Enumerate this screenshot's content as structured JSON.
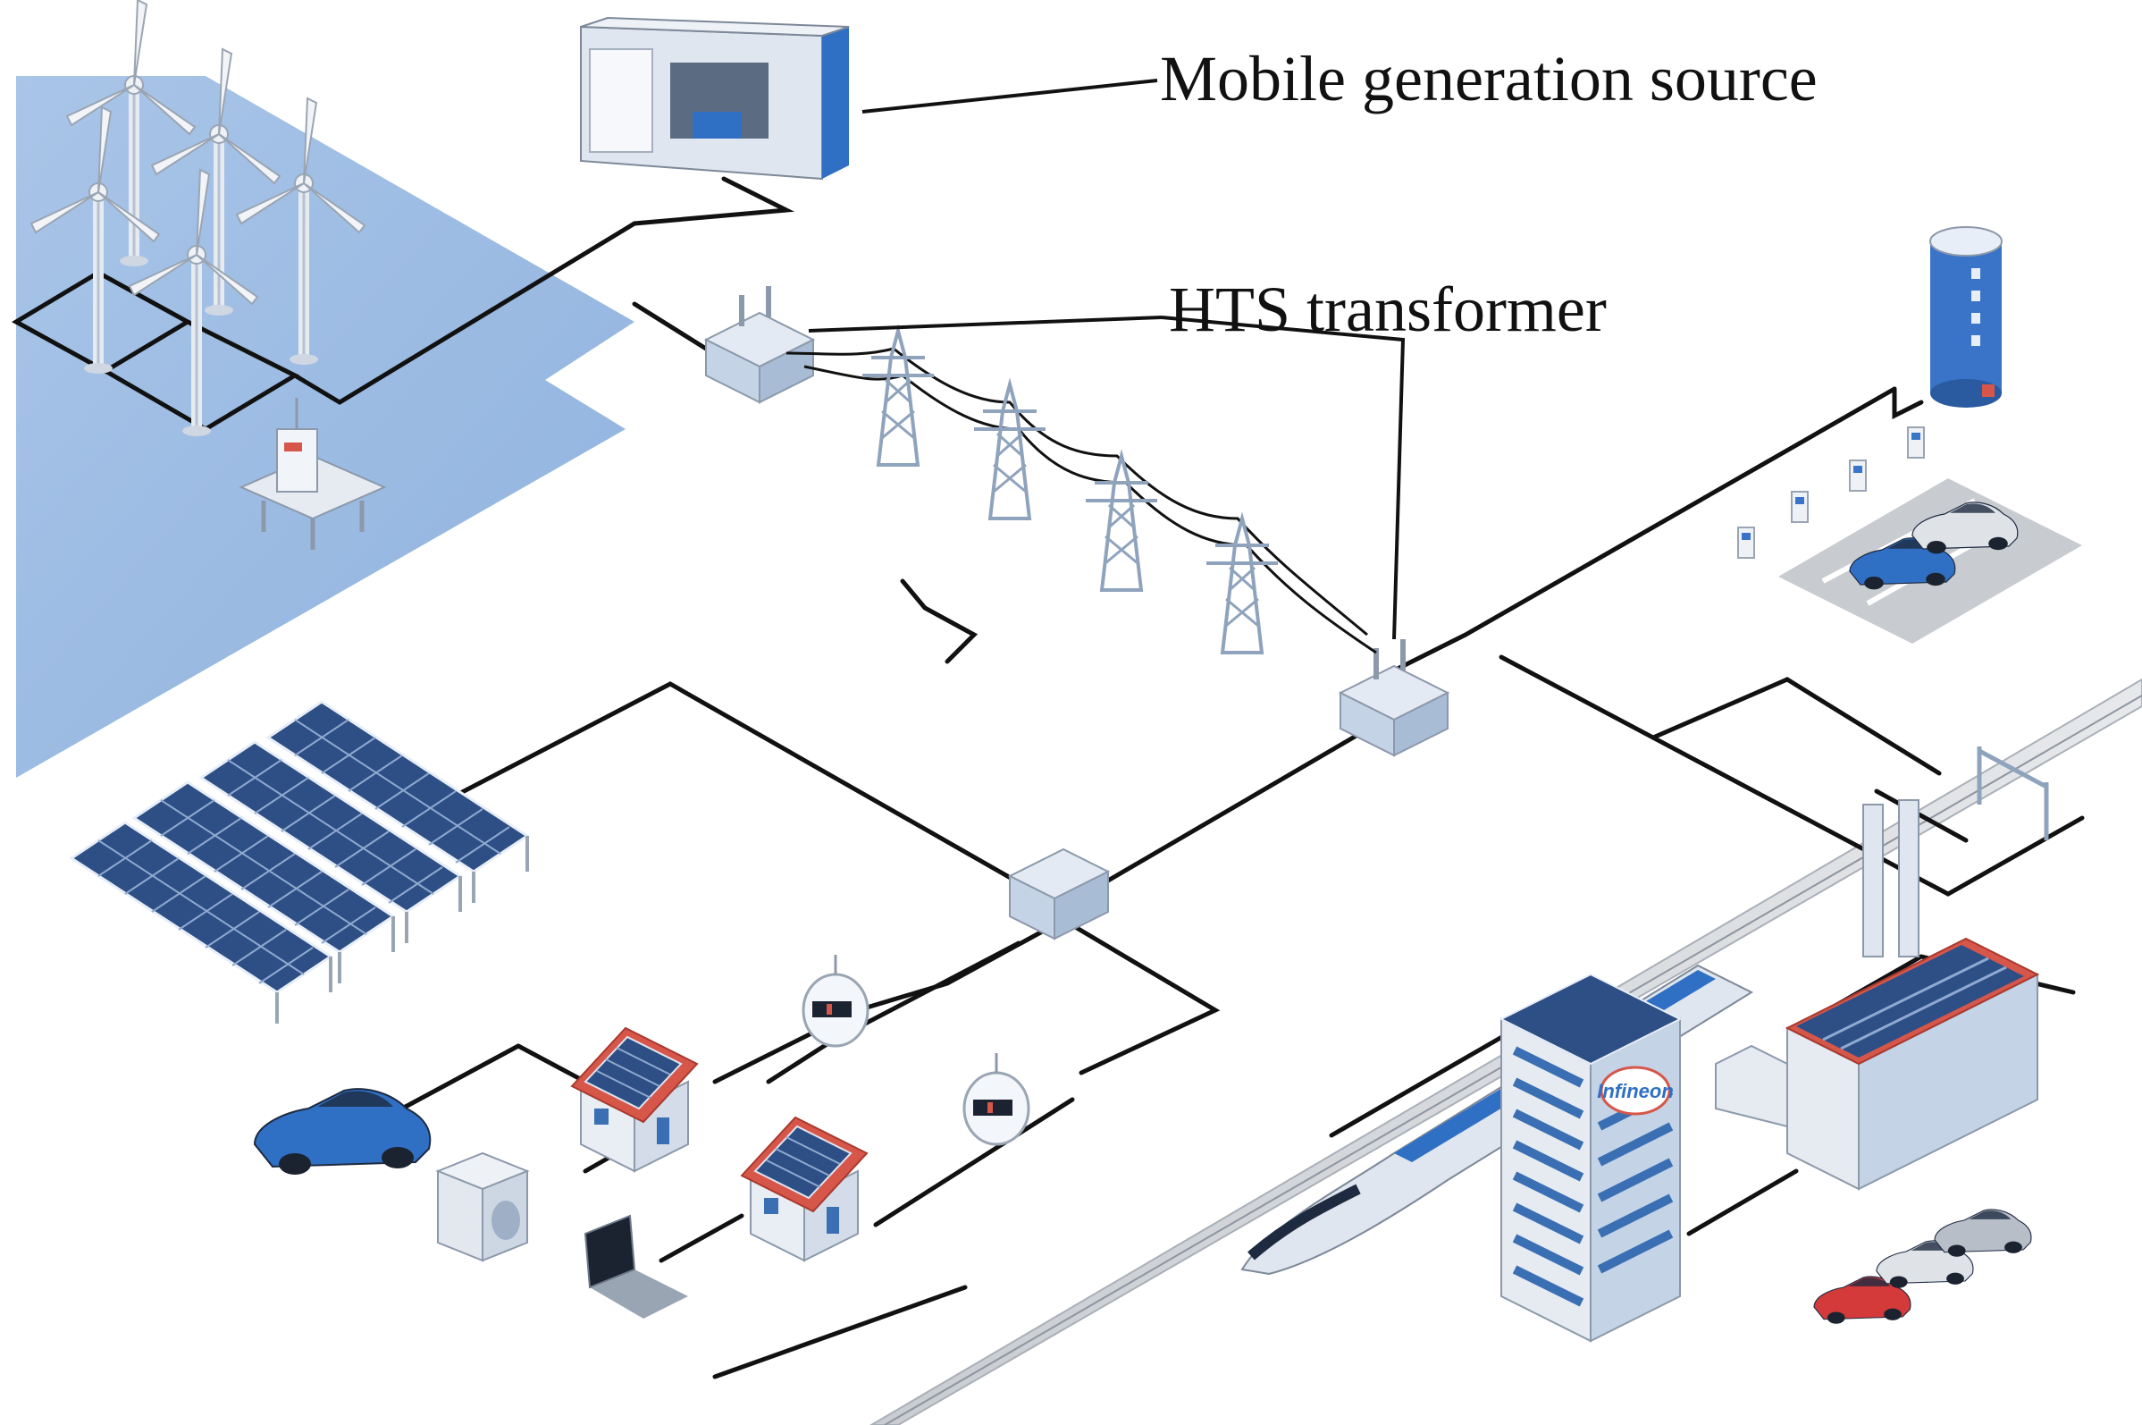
{
  "labels": {
    "mobile_generation": "Mobile generation source",
    "hts_transformer": "HTS transformer"
  },
  "logos": {
    "building_logo": "Infineon"
  },
  "icons": {
    "wind": "wind-turbine-icon",
    "solar": "solar-panel-icon",
    "tower": "transmission-tower-icon",
    "transformer": "transformer-icon",
    "house": "house-icon",
    "meter": "smart-meter-icon",
    "car": "car-icon",
    "battery": "battery-storage-icon",
    "charger": "ev-charger-icon",
    "train": "train-icon",
    "factory": "factory-icon",
    "office": "office-building-icon",
    "laptop": "laptop-icon",
    "washer": "washing-machine-icon",
    "generator": "generator-container-icon"
  },
  "colors": {
    "sea": "#9dbde3",
    "panel": "#2d4f86",
    "roof": "#d6574a",
    "cable": "#111111",
    "equipment": "#c4d3e6",
    "car_blue": "#2f6fc4",
    "car_red": "#d43a3a",
    "battery": "#3a74c9"
  }
}
